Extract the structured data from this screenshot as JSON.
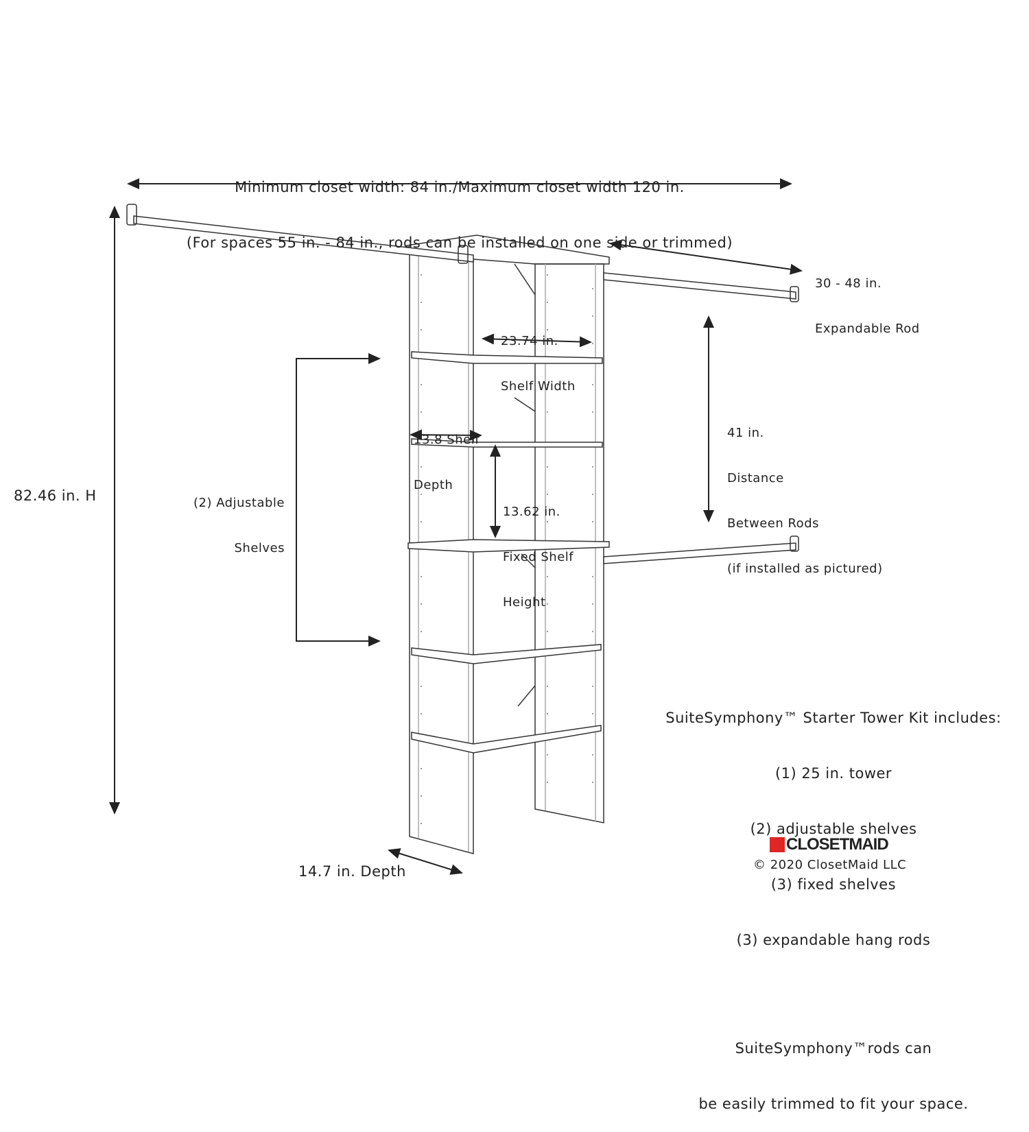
{
  "width_label": {
    "line1": "Minimum closet width: 84 in./Maximum closet width 120 in.",
    "line2": "(For spaces 55 in. - 84 in., rods can be installed on one side or trimmed)"
  },
  "height_label": "82.46 in. H",
  "adjustable_label": {
    "line1": "(2) Adjustable",
    "line2": "Shelves"
  },
  "expandable_rod_label": {
    "line1": "30 - 48 in.",
    "line2": "Expandable Rod"
  },
  "shelf_width_label": {
    "line1": "23.74 in.",
    "line2": "Shelf Width"
  },
  "shelf_depth_label": {
    "line1": "13.8 Shelf",
    "line2": "Depth"
  },
  "fixed_shelf_label": {
    "line1": "13.62 in.",
    "line2": "Fixed Shelf",
    "line3": "Height"
  },
  "rod_distance_label": {
    "line1": "41 in.",
    "line2": "Distance",
    "line3": "Between Rods",
    "line4": "(if installed as pictured)"
  },
  "depth_label": "14.7 in. Depth",
  "kit": {
    "title": "SuiteSymphony™ Starter Tower Kit includes:",
    "items": [
      "(1) 25 in. tower",
      "(2) adjustable shelves",
      "(3) fixed shelves",
      "(3) expandable hang rods"
    ],
    "note1": "SuiteSymphony™rods can",
    "note2": "be easily trimmed to fit your space."
  },
  "brand": {
    "logo_text": "CLOSETMAID",
    "copyright": "© 2020 ClosetMaid LLC",
    "accent": "#e02525"
  }
}
